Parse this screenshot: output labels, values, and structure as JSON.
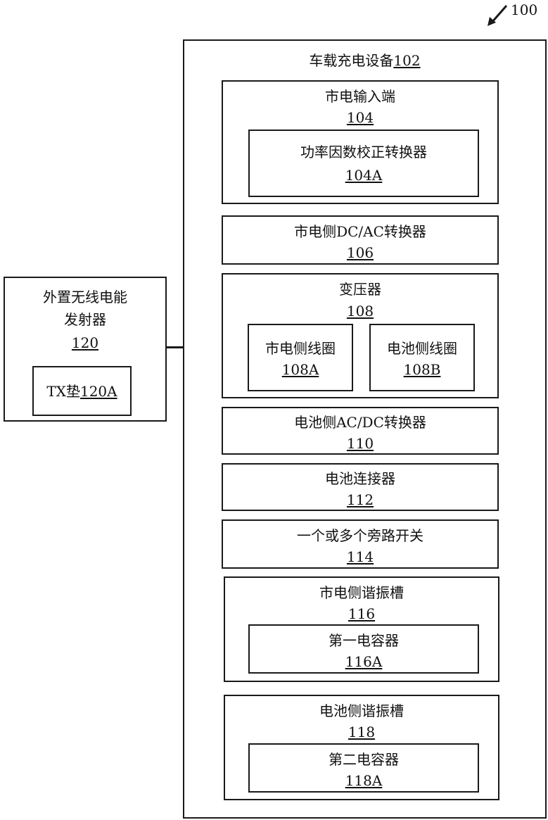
{
  "figure_ref": "100",
  "device": {
    "title": "车载充电设备",
    "ref": "102"
  },
  "grid_input": {
    "title": "市电输入端",
    "ref": "104",
    "pfc": {
      "title": "功率因数校正转换器",
      "ref": "104A"
    }
  },
  "grid_dcac": {
    "title": "市电侧DC/AC转换器",
    "ref": "106"
  },
  "transformer": {
    "title": "变压器",
    "ref": "108",
    "grid_coil": {
      "title": "市电侧线圈",
      "ref": "108A"
    },
    "battery_coil": {
      "title": "电池侧线圈",
      "ref": "108B"
    }
  },
  "battery_acdc": {
    "title": "电池侧AC/DC转换器",
    "ref": "110"
  },
  "battery_connector": {
    "title": "电池连接器",
    "ref": "112"
  },
  "bypass_switches": {
    "title": "一个或多个旁路开关",
    "ref": "114"
  },
  "grid_resonant": {
    "title": "市电侧谐振槽",
    "ref": "116",
    "capacitor": {
      "title": "第一电容器",
      "ref": "116A"
    }
  },
  "battery_resonant": {
    "title": "电池侧谐振槽",
    "ref": "118",
    "capacitor": {
      "title": "第二电容器",
      "ref": "118A"
    }
  },
  "external_tx": {
    "title_line1": "外置无线电能",
    "title_line2": "发射器",
    "ref": "120",
    "pad": {
      "title": "TX垫",
      "ref": "120A"
    }
  }
}
